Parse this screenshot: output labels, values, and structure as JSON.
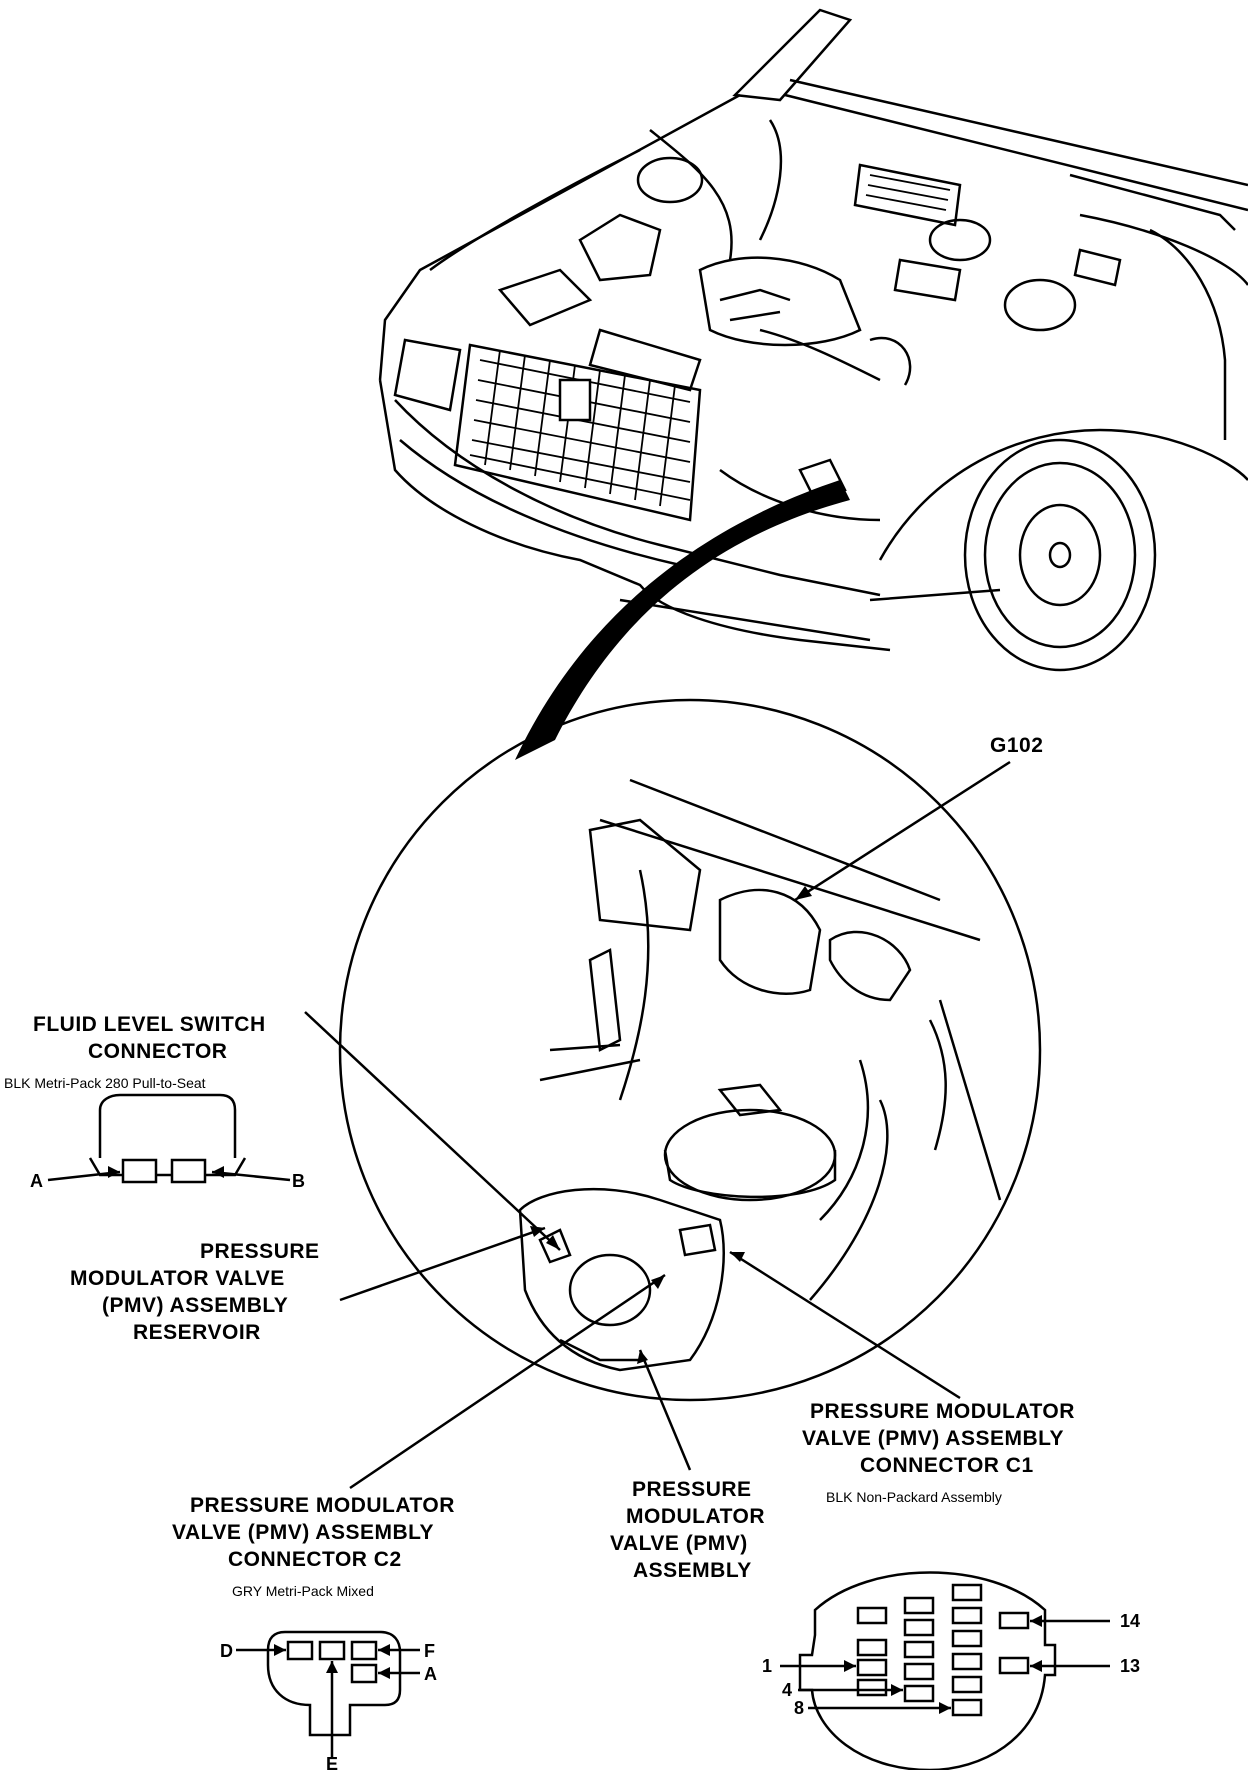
{
  "labels": {
    "g102": "G102",
    "fluid_level_switch_connector": [
      "FLUID LEVEL SWITCH",
      "CONNECTOR"
    ],
    "fluid_level_switch_connector_type": "BLK Metri-Pack 280 Pull-to-Seat",
    "pmv_reservoir": [
      "PRESSURE",
      "MODULATOR VALVE",
      "(PMV) ASSEMBLY",
      "RESERVOIR"
    ],
    "pmv_connector_c1": [
      "PRESSURE MODULATOR",
      "VALVE (PMV) ASSEMBLY",
      "CONNECTOR C1"
    ],
    "pmv_connector_c1_type": "BLK Non-Packard Assembly",
    "pmv_assembly": [
      "PRESSURE",
      "MODULATOR",
      "VALVE (PMV)",
      "ASSEMBLY"
    ],
    "pmv_connector_c2": [
      "PRESSURE MODULATOR",
      "VALVE (PMV) ASSEMBLY",
      "CONNECTOR C2"
    ],
    "pmv_connector_c2_type": "GRY Metri-Pack Mixed"
  },
  "connectors": {
    "fluid_level_switch_pins": {
      "left": "A",
      "right": "B"
    },
    "c2_pins": {
      "d": "D",
      "f": "F",
      "a": "A",
      "e": "E"
    },
    "c1_pins": {
      "p1": "1",
      "p4": "4",
      "p8": "8",
      "p13": "13",
      "p14": "14"
    }
  },
  "icons": [
    "vehicle-front-engine-bay-illustration",
    "zoom-callout-circle",
    "connector-face-icon"
  ]
}
